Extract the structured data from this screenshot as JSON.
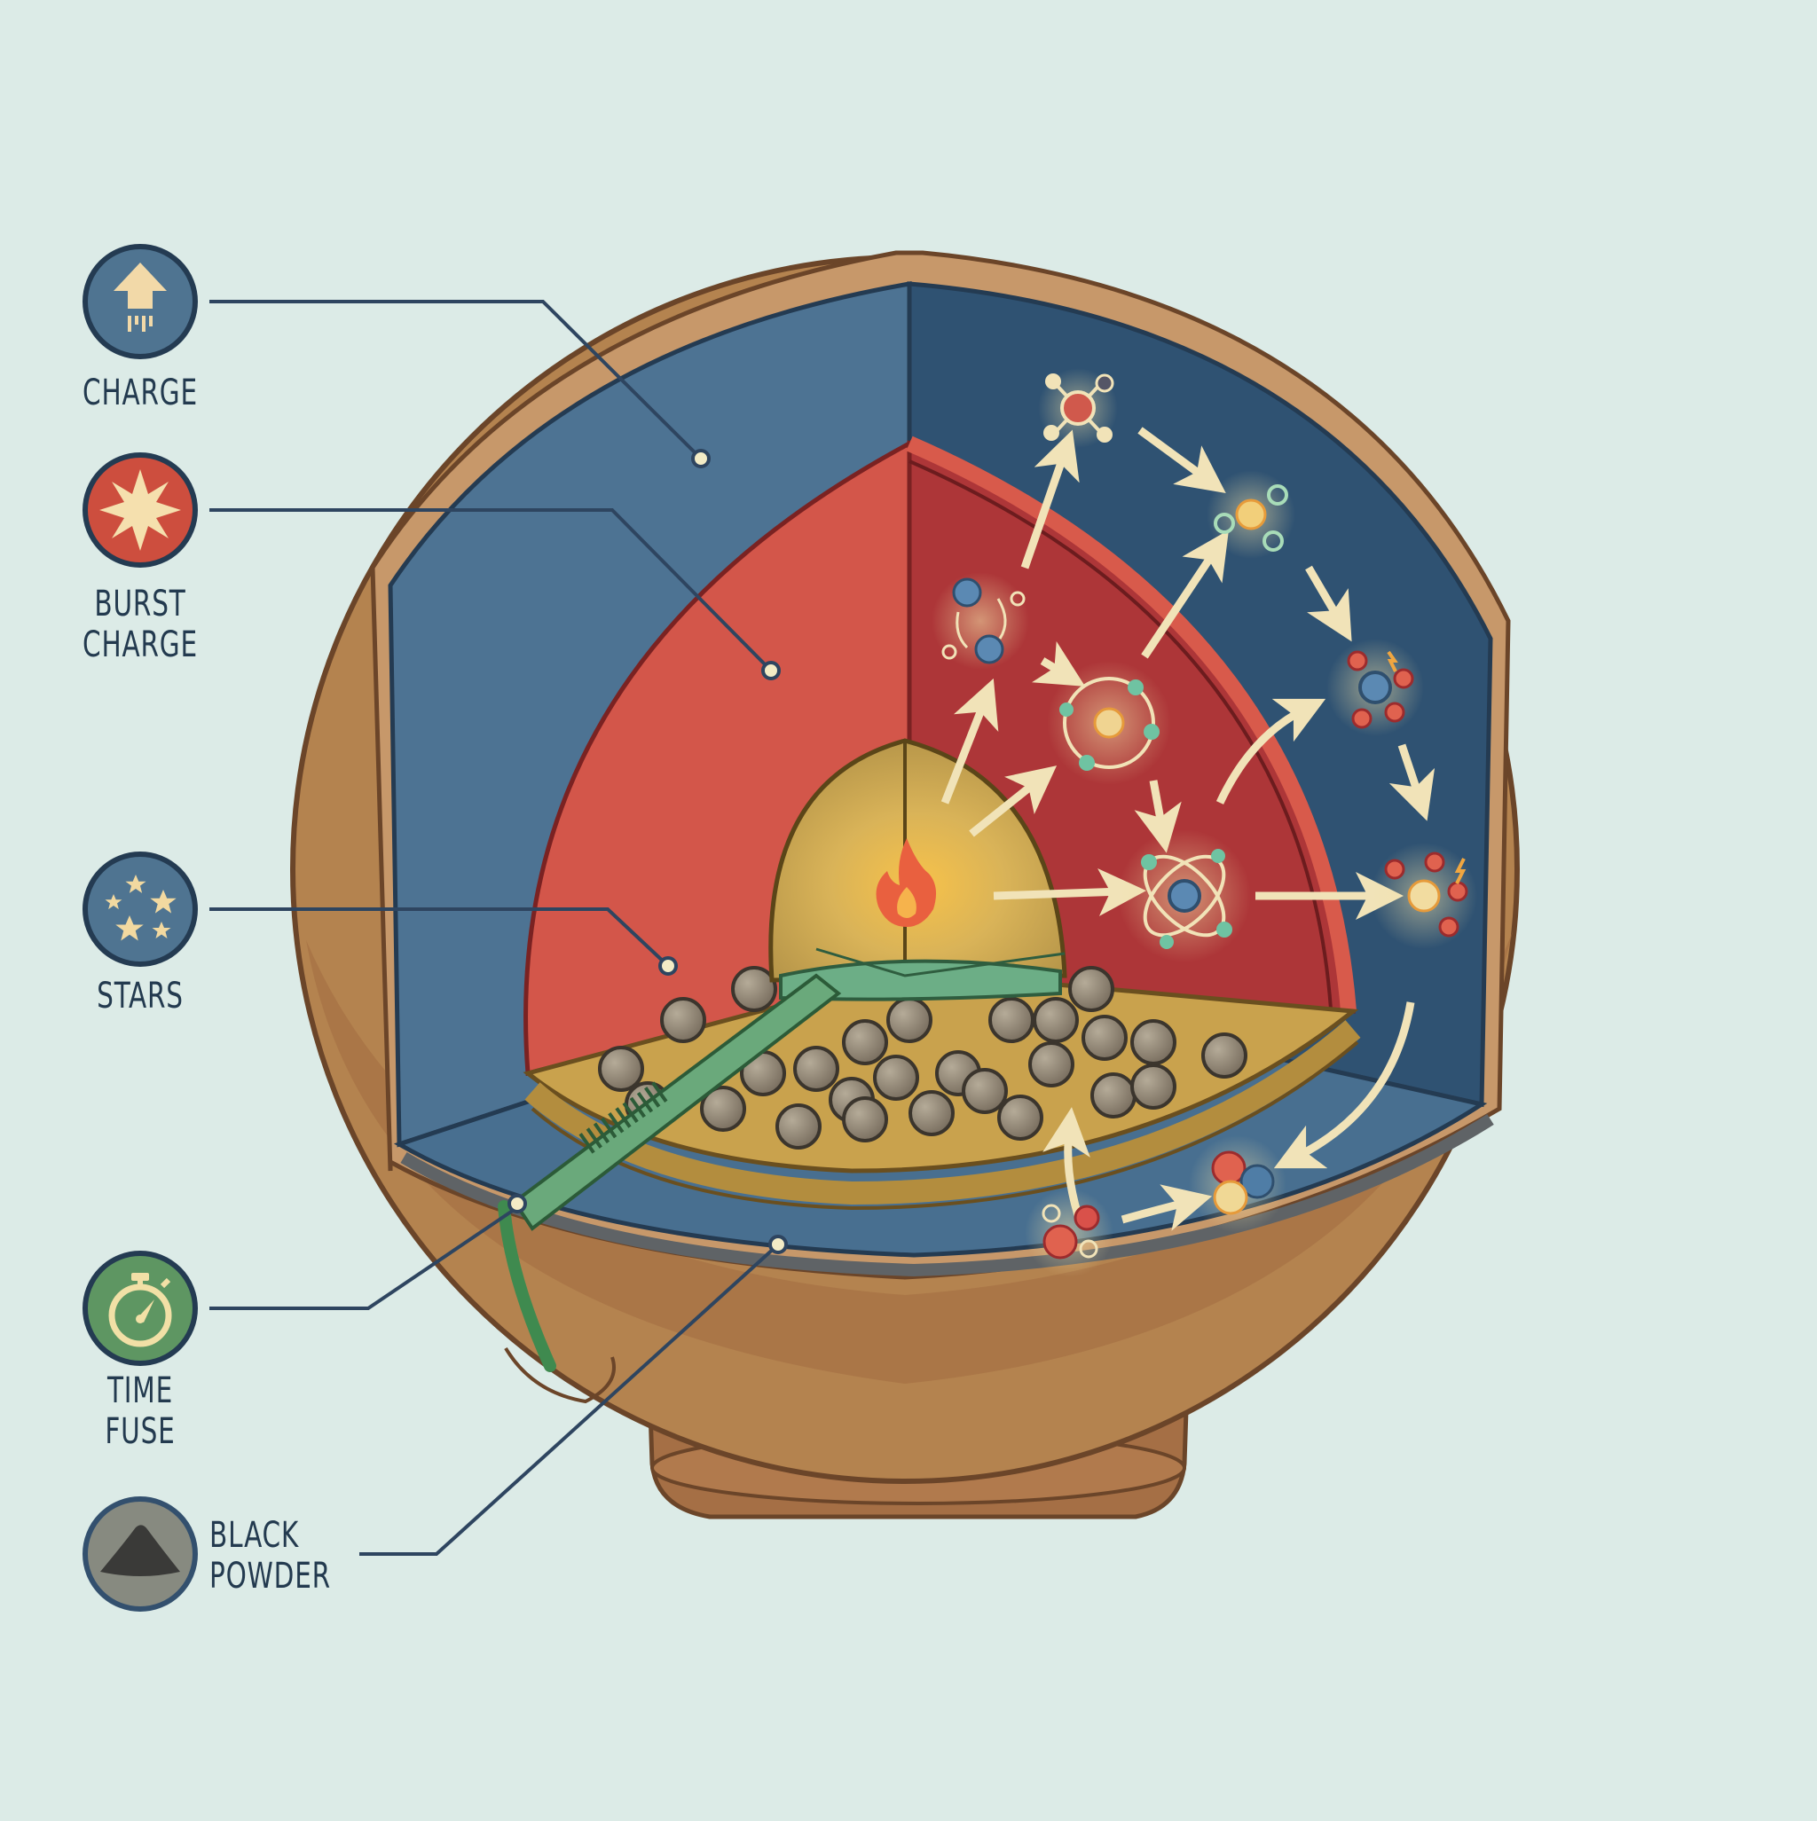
{
  "diagram": {
    "subject": "Aerial firework shell cutaway",
    "colors": {
      "background": "#dcebe7",
      "casing": "#b07d4e",
      "casing_inner_rim": "#c69a6a",
      "charge_layer": "#4a6f8f",
      "charge_layer_dark": "#2f4f6e",
      "burst_charge_layer": "#cf5444",
      "burst_charge_dark": "#a83634",
      "core": "#c9a850",
      "fuse": "#5a9a68",
      "stars": "#8b8171",
      "leader_lines": "#2e4560",
      "cream": "#f1e3b8"
    },
    "legend": [
      {
        "id": "charge",
        "label": "CHARGE",
        "icon": "arrow-up-thrust-icon",
        "icon_color": "#4f7491"
      },
      {
        "id": "burst-charge",
        "label": "BURST\nCHARGE",
        "icon": "starburst-icon",
        "icon_color": "#cd4e3e"
      },
      {
        "id": "stars",
        "label": "STARS",
        "icon": "stars-icon",
        "icon_color": "#4f7491"
      },
      {
        "id": "time-fuse",
        "label": "TIME\nFUSE",
        "icon": "stopwatch-icon",
        "icon_color": "#5e9662"
      },
      {
        "id": "black-powder",
        "label": "BLACK\nPOWDER",
        "icon": "powder-pile-icon",
        "icon_color": "#878a80"
      }
    ],
    "center_symbol": "flame-icon",
    "reaction_particles": [
      "molecule-red-core-icon",
      "molecule-yellow-core-icon",
      "orbit-ring-atom-icon",
      "atom-orbital-icon",
      "particle-cluster-blue-icon",
      "particle-cluster-yellow-icon",
      "molecule-pair-icon",
      "tri-particle-icon",
      "red-particle-group-icon"
    ]
  }
}
